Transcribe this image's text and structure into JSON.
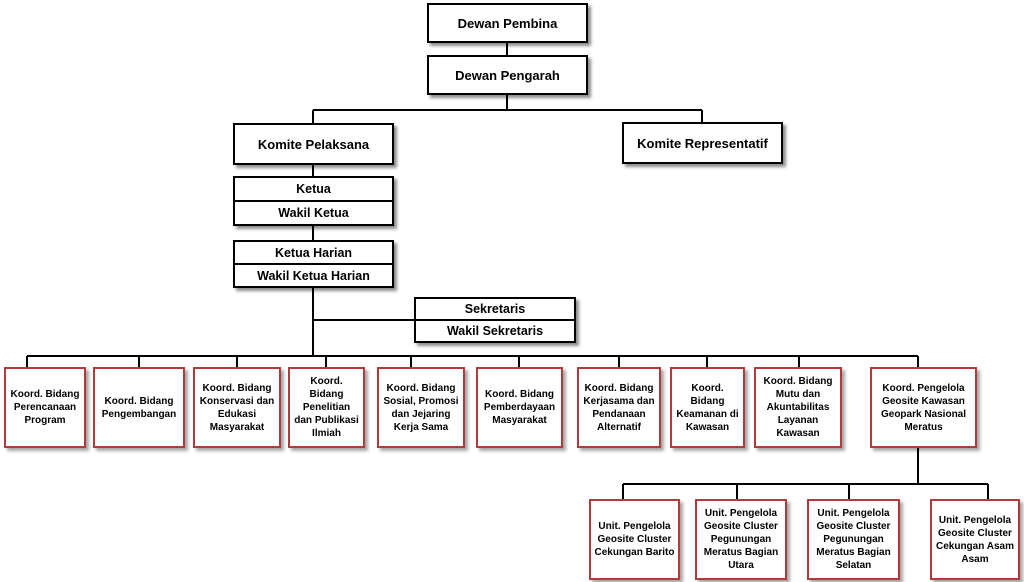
{
  "colors": {
    "box_border": "#000000",
    "unit_border": "#b33a3a",
    "line": "#000000"
  },
  "chart": {
    "dewan_pembina": "Dewan Pembina",
    "dewan_pengarah": "Dewan Pengarah",
    "komite_pelaksana": "Komite Pelaksana",
    "komite_representatif": "Komite Representatif",
    "ketua": "Ketua",
    "wakil_ketua": "Wakil Ketua",
    "ketua_harian": "Ketua Harian",
    "wakil_ketua_harian": "Wakil Ketua Harian",
    "sekretaris": "Sekretaris",
    "wakil_sekretaris": "Wakil Sekretaris",
    "koord": [
      "Koord. Bidang Perencanaan Program",
      "Koord. Bidang Pengembangan",
      "Koord. Bidang Konservasi dan Edukasi Masyarakat",
      "Koord. Bidang Penelitian dan Publikasi Ilmiah",
      "Koord. Bidang Sosial, Promosi dan Jejaring Kerja Sama",
      "Koord. Bidang Pemberdayaan Masyarakat",
      "Koord. Bidang Kerjasama dan Pendanaan Alternatif",
      "Koord. Bidang Keamanan di Kawasan",
      "Koord. Bidang Mutu dan Akuntabilitas Layanan Kawasan",
      "Koord. Pengelola Geosite Kawasan Geopark Nasional Meratus"
    ],
    "units": [
      "Unit. Pengelola Geosite Cluster Cekungan Barito",
      "Unit. Pengelola Geosite Cluster Pegunungan Meratus Bagian Utara",
      "Unit. Pengelola Geosite Cluster Pegunungan Meratus Bagian Selatan",
      "Unit. Pengelola Geosite Cluster Cekungan Asam Asam"
    ]
  }
}
